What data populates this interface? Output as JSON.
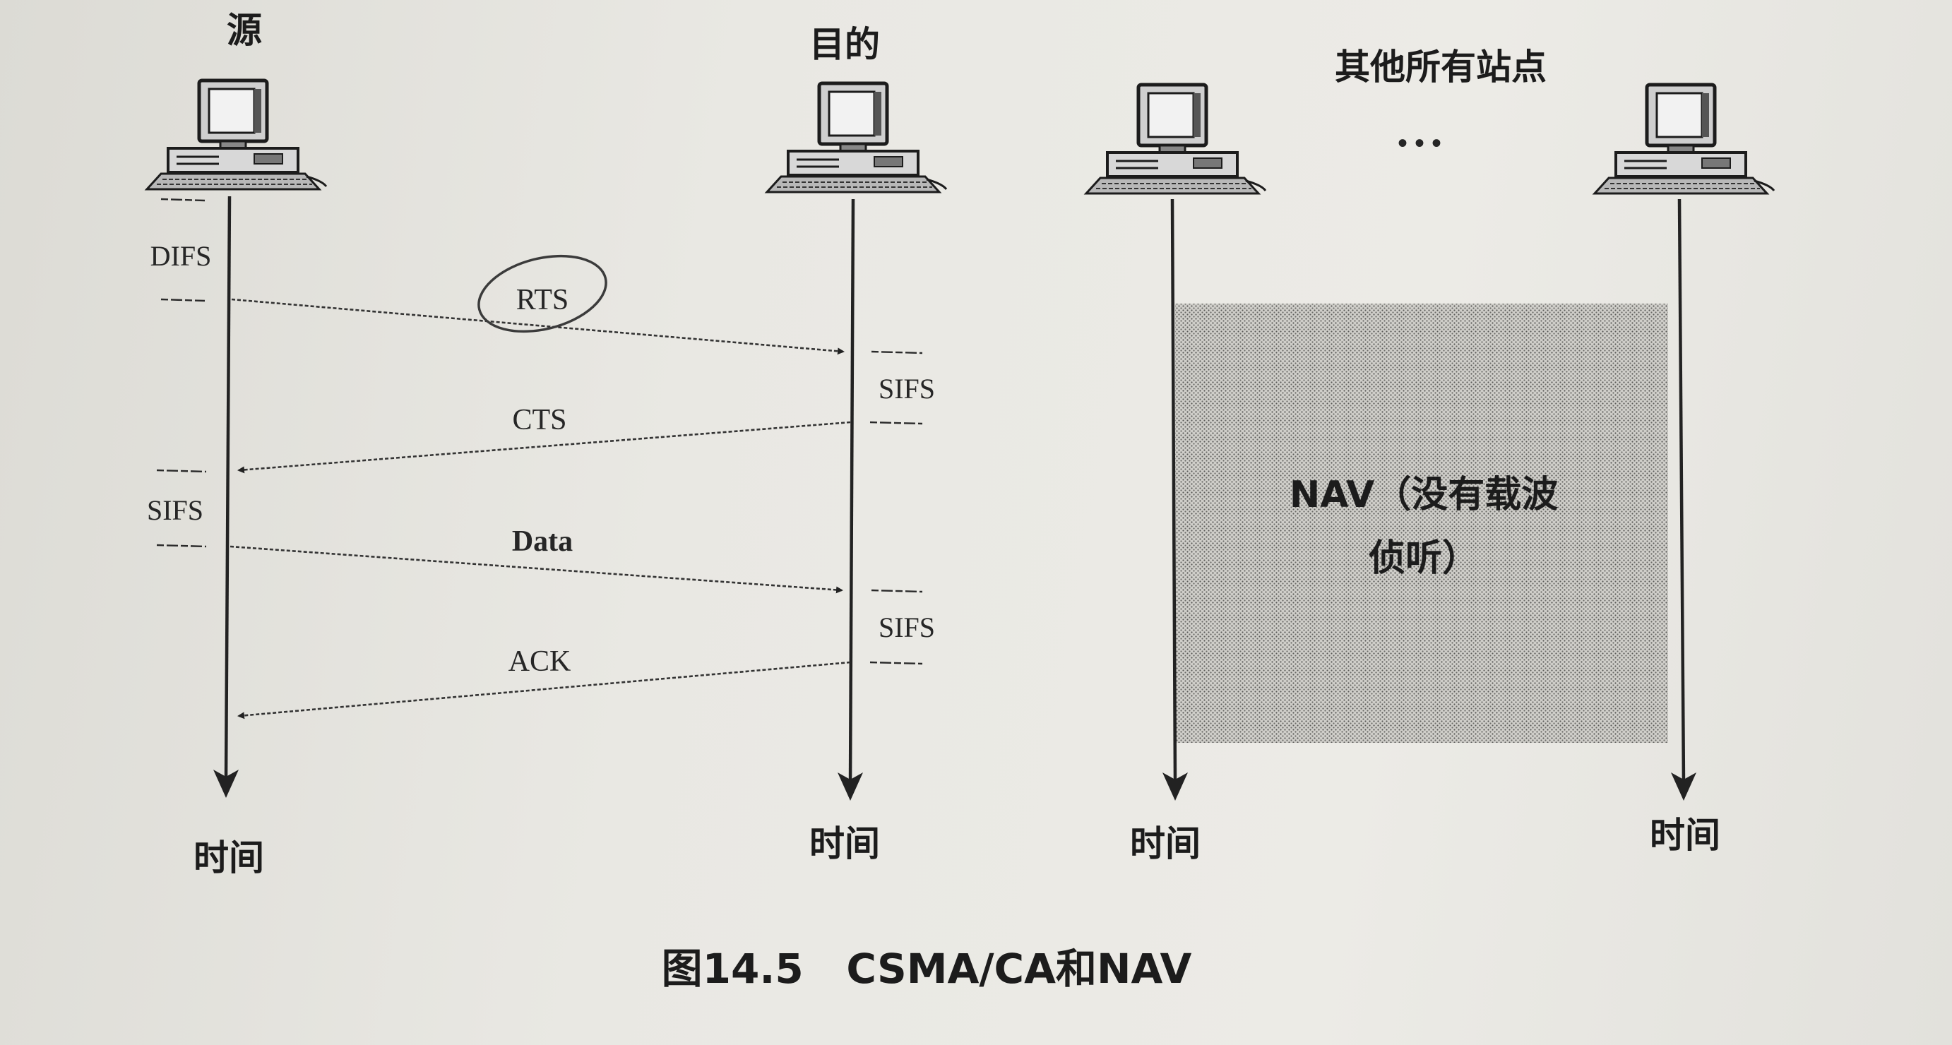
{
  "stations": [
    {
      "label": "源",
      "time_label": "时间"
    },
    {
      "label": "目的",
      "time_label": "时间"
    },
    {
      "label": "",
      "time_label": "时间"
    },
    {
      "label": "",
      "time_label": "时间"
    }
  ],
  "others_label": "其他所有站点",
  "ellipsis": "• • •",
  "intervals": {
    "source_difs": "DIFS",
    "source_sifs": "SIFS",
    "dest_sifs_1": "SIFS",
    "dest_sifs_2": "SIFS"
  },
  "messages": {
    "rts": "RTS",
    "cts": "CTS",
    "data": "Data",
    "ack": "ACK"
  },
  "nav": {
    "line1": "NAV（没有载波",
    "line2": "侦听）"
  },
  "caption": "图14.5   CSMA/CA和NAV"
}
